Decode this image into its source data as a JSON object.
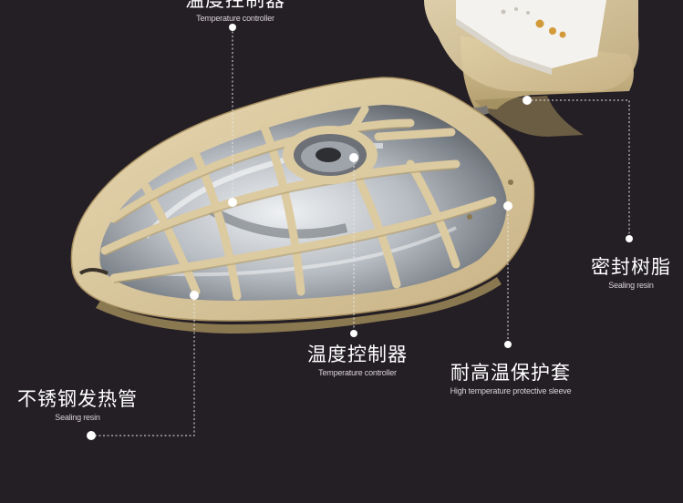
{
  "labels": {
    "top": {
      "zh": "温度控制器",
      "en": "Temperature controller"
    },
    "sealing_resin": {
      "zh": "密封树脂",
      "en": "Sealing resin"
    },
    "temperature_controller": {
      "zh": "温度控制器",
      "en": "Temperature controller"
    },
    "protective_sleeve": {
      "zh": "耐高温保护套",
      "en": "High temperature protective sleeve"
    },
    "heating_tube": {
      "zh": "不锈钢发热管",
      "en": "Sealing resin"
    }
  },
  "colors": {
    "background": "#241e25",
    "resin": "#dccaa0",
    "resin_shadow": "#b9a577",
    "metal": "#cfd3d8",
    "metal_dark": "#6f757c",
    "leader": "#e9e6e8"
  },
  "icons": [
    "plug-pin-icon",
    "callout-dot-icon"
  ]
}
